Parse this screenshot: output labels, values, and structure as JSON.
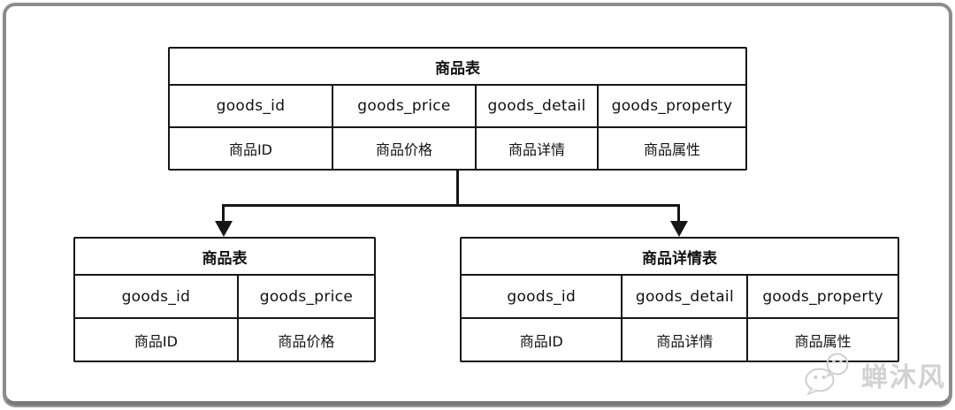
{
  "diagram": {
    "description": "vertical-split-of-goods-table",
    "top_table": {
      "title": "商品表",
      "fields": [
        "goods_id",
        "goods_price",
        "goods_detail",
        "goods_property"
      ],
      "labels": [
        "商品ID",
        "商品价格",
        "商品详情",
        "商品属性"
      ]
    },
    "left_table": {
      "title": "商品表",
      "fields": [
        "goods_id",
        "goods_price"
      ],
      "labels": [
        "商品ID",
        "商品价格"
      ]
    },
    "right_table": {
      "title": "商品详情表",
      "fields": [
        "goods_id",
        "goods_detail",
        "goods_property"
      ],
      "labels": [
        "商品ID",
        "商品详情",
        "商品属性"
      ]
    }
  },
  "watermark": {
    "text": "蝉沐风",
    "icon": "wechat-chat-bubbles-icon"
  },
  "colors": {
    "table_border": "#161616",
    "frame_border": "#8c8c8c",
    "watermark_gray": "#d2d2d2",
    "background": "#ffffff"
  }
}
